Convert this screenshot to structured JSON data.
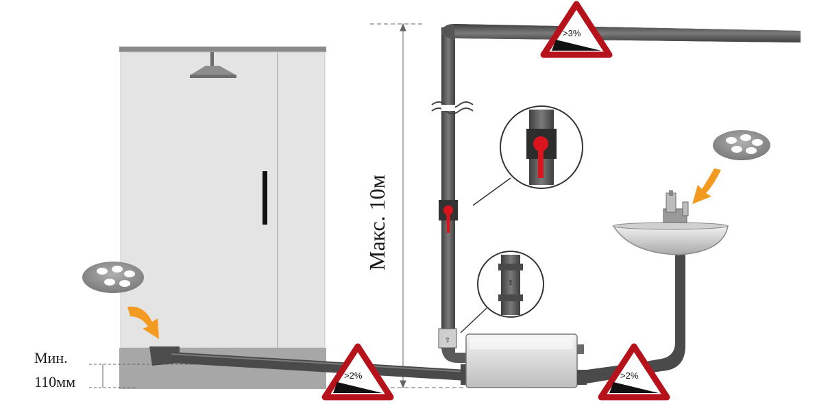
{
  "labels": {
    "min": "Мин.",
    "min_value": "110мм",
    "max_height": "Макс. 10м"
  },
  "slope_signs": [
    {
      "id": "top",
      "text": ">3%"
    },
    {
      "id": "bottom-left",
      "text": ">2%"
    },
    {
      "id": "bottom-right",
      "text": ">2%"
    }
  ],
  "colors": {
    "pipe": "#5a5a5a",
    "warning_border": "#b5121b",
    "valve_handle": "#d9141d",
    "arrow": "#f39a21",
    "shower_panel": "#e3e3e3"
  },
  "icons": [
    "shower-head-icon",
    "drain-grate-icon",
    "ball-valve-icon",
    "check-valve-icon",
    "pump-unit-icon",
    "sink-icon",
    "faucet-icon",
    "flow-arrow-icon",
    "slope-warning-icon"
  ]
}
